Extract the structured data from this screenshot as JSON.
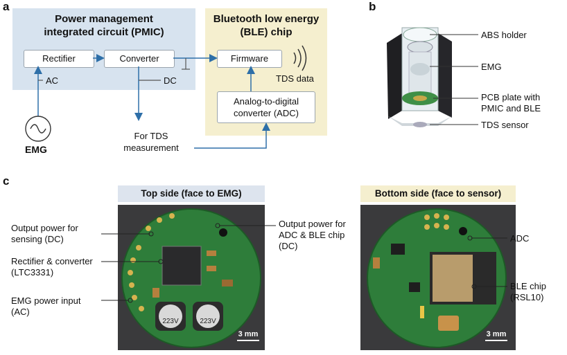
{
  "panel_a": {
    "letter": "a",
    "pmic_title": "Power management integrated circuit (PMIC)",
    "ble_title": "Bluetooth low energy (BLE) chip",
    "rectifier": "Rectifier",
    "converter": "Converter",
    "firmware": "Firmware",
    "adc_line1": "Analog-to-digital",
    "adc_line2": "converter (ADC)",
    "ac_label": "AC",
    "dc_label": "DC",
    "tds_data": "TDS data",
    "tds_meas_line1": "For TDS",
    "tds_meas_line2": "measurement",
    "emg": "EMG"
  },
  "panel_b": {
    "letter": "b",
    "abs_holder": "ABS holder",
    "emg": "EMG",
    "pcb_line1": "PCB plate with",
    "pcb_line2": "PMIC and BLE",
    "tds_sensor": "TDS sensor"
  },
  "panel_c": {
    "letter": "c",
    "top_header": "Top side (face to EMG)",
    "bottom_header": "Bottom side (face to sensor)",
    "out_sensing_1": "Output power for",
    "out_sensing_2": "sensing (DC)",
    "rect_conv_1": "Rectifier & converter",
    "rect_conv_2": "(LTC3331)",
    "emg_in_1": "EMG power input",
    "emg_in_2": "(AC)",
    "out_adc_1": "Output power for",
    "out_adc_2": "ADC & BLE chip",
    "out_adc_3": "(DC)",
    "adc": "ADC",
    "ble_chip_1": "BLE chip",
    "ble_chip_2": "(RSL10)",
    "scale_left": "3 mm",
    "scale_right": "3 mm",
    "inductor_left": "223V",
    "inductor_right": "223V"
  },
  "colors": {
    "pmic_bg": "#d7e3ef",
    "ble_bg": "#f5efcf",
    "arrow": "#2e6fa8",
    "top_header_bg": "#dde4ee",
    "bottom_header_bg": "#f5efcf",
    "pcb_green": "#2e7d3a"
  }
}
